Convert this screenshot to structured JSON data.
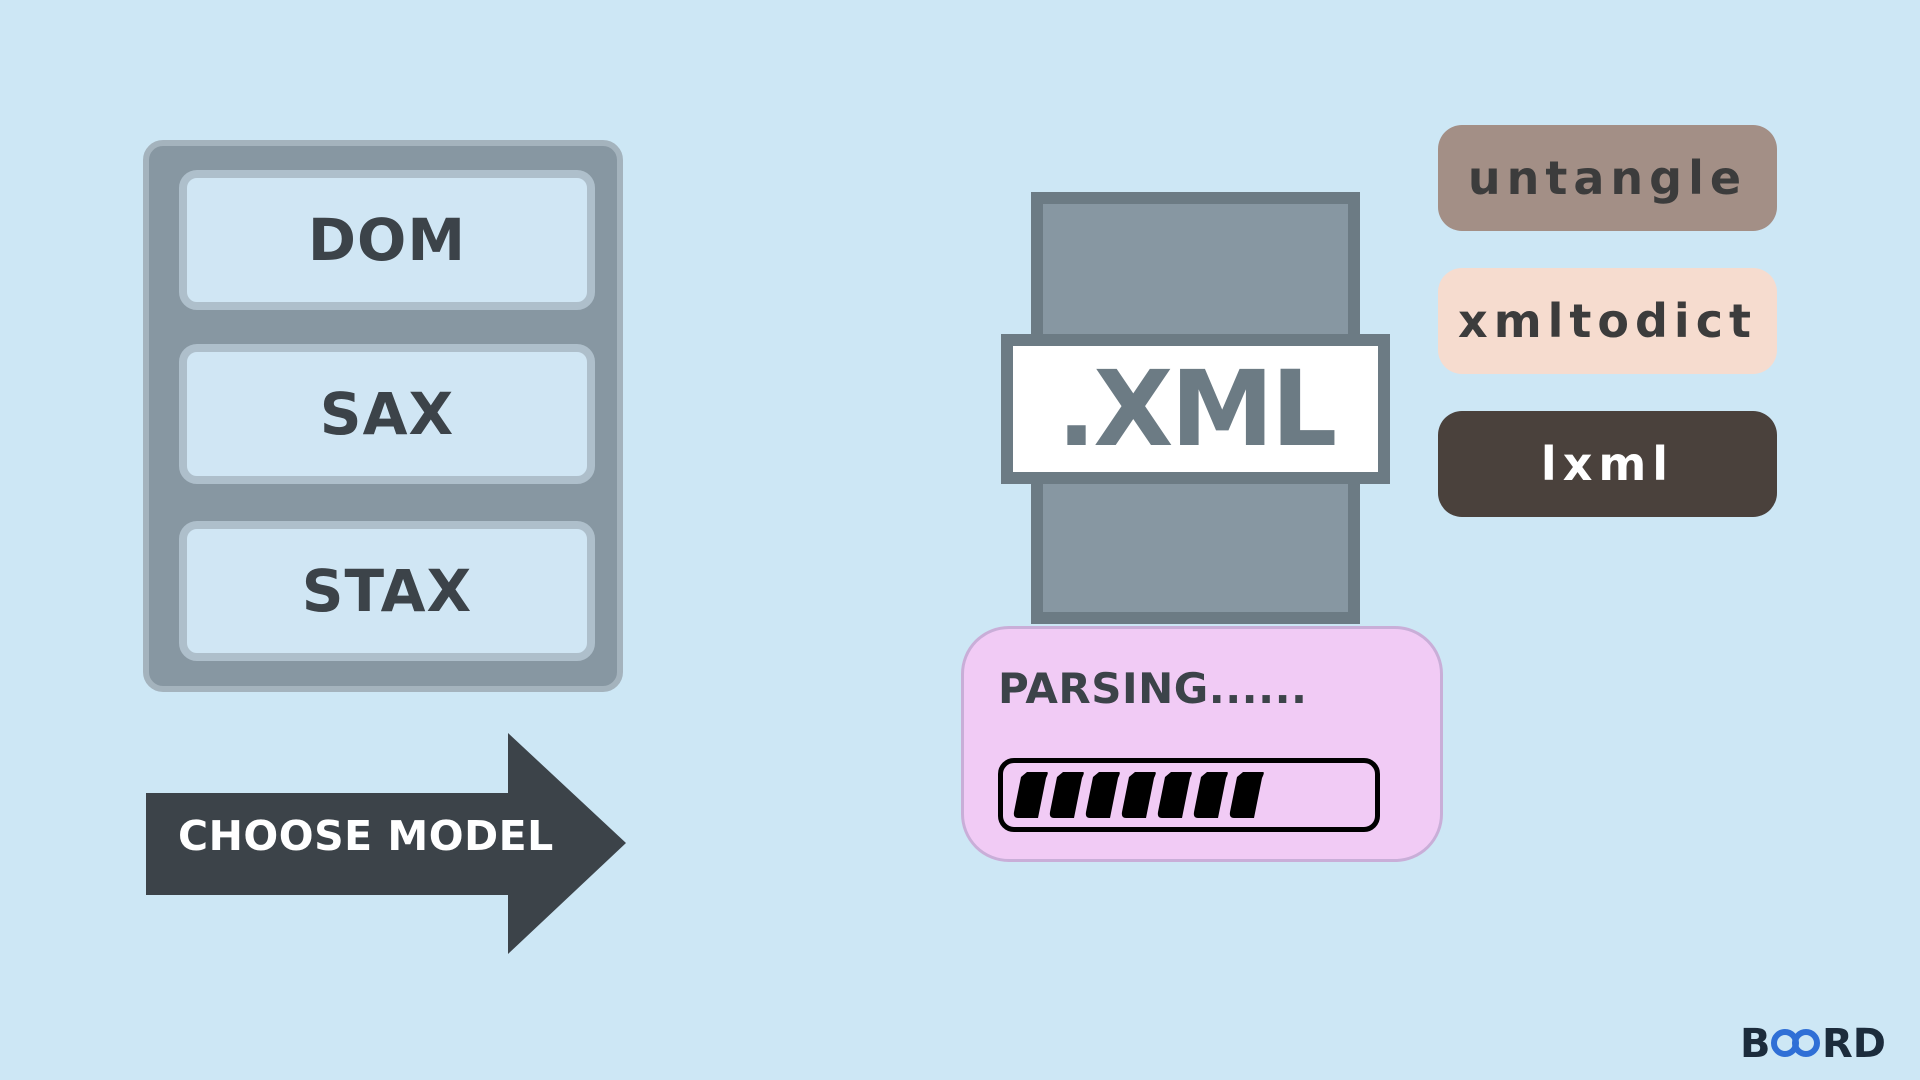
{
  "models": {
    "items": [
      {
        "label": "DOM"
      },
      {
        "label": "SAX"
      },
      {
        "label": "STAX"
      }
    ]
  },
  "arrow": {
    "label": "CHOOSE MODEL"
  },
  "file": {
    "label": ".XML"
  },
  "parsing": {
    "status": "PARSING......",
    "progress_segments_filled": 7,
    "progress_fraction": 0.6
  },
  "libraries": [
    {
      "label": "untangle",
      "color": "#a38f86"
    },
    {
      "label": "xmltodict",
      "color": "#f6dccf"
    },
    {
      "label": "lxml",
      "color": "#4a413c"
    }
  ],
  "brand": {
    "logo_text": "BOARD",
    "logo_color": "#1c2c3c",
    "accent": "#2f6fd6"
  },
  "colors": {
    "background": "#cde7f5",
    "panel": "#8797a2",
    "text_dark": "#3c4349",
    "parsing_card": "#f1cbf5"
  }
}
